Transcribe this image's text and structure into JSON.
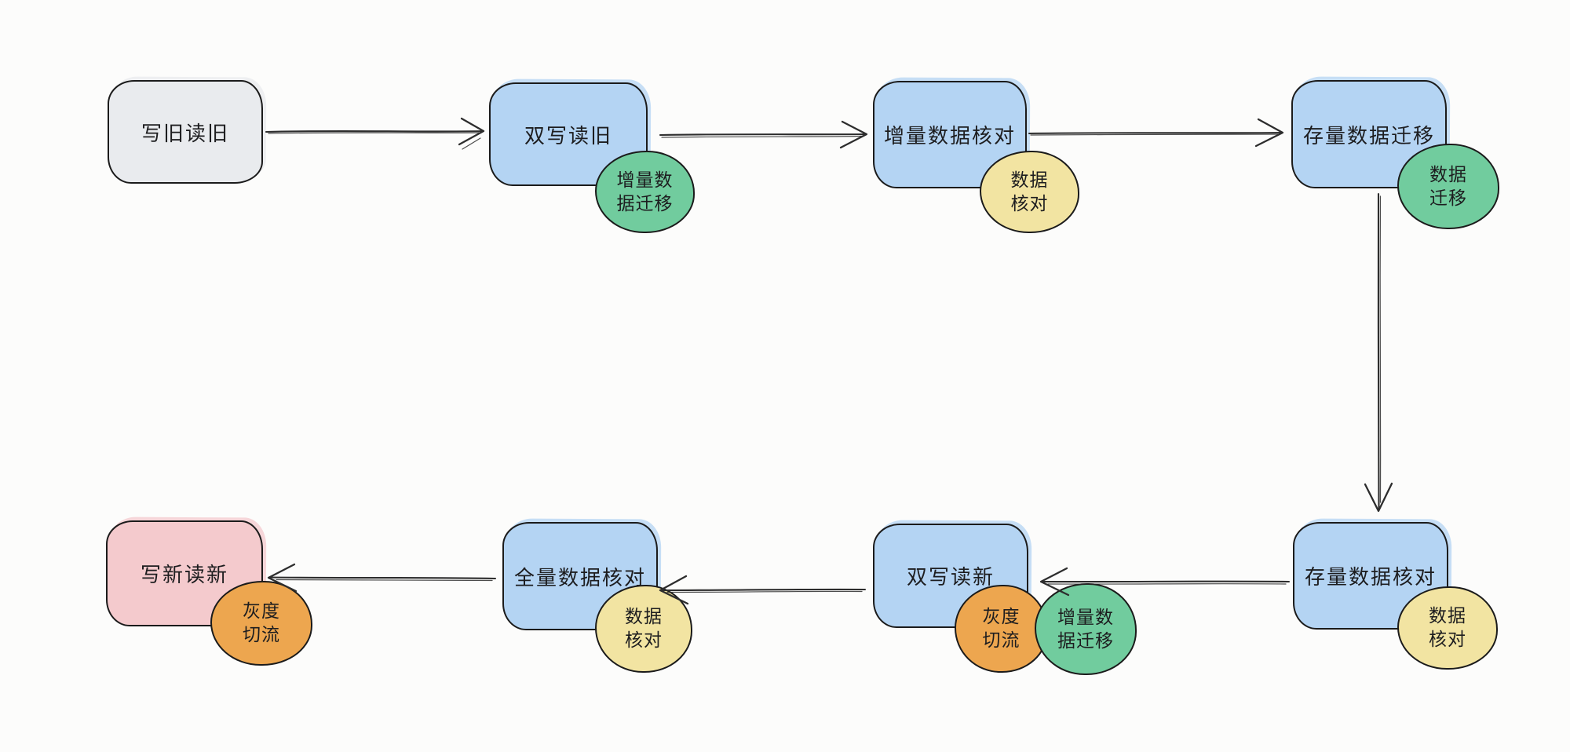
{
  "diagram": {
    "background_color": "#fcfcfb",
    "stroke_color": "#1b1b1b",
    "colors": {
      "node_blue": "#b4d4f3",
      "node_gray": "#e9ebee",
      "node_pink": "#f4cacd",
      "badge_green": "#71cc9e",
      "badge_yellow": "#f2e4a2",
      "badge_orange": "#eda64f"
    },
    "nodes": [
      {
        "id": "write-old-read-old",
        "label": "写旧读旧",
        "color": "gray",
        "badges": []
      },
      {
        "id": "dual-write-read-old",
        "label": "双写读旧",
        "color": "blue",
        "badges": [
          {
            "id": "incremental-data-migration",
            "label": "增量数据迁移",
            "line1": "增量数",
            "line2": "据迁移",
            "color": "green"
          }
        ]
      },
      {
        "id": "incremental-data-check",
        "label": "增量数据核对",
        "color": "blue",
        "badges": [
          {
            "id": "data-check",
            "label": "数据核对",
            "line1": "数据",
            "line2": "核对",
            "color": "yellow"
          }
        ]
      },
      {
        "id": "stock-data-migration",
        "label": "存量数据迁移",
        "color": "blue",
        "badges": [
          {
            "id": "data-migration",
            "label": "数据迁移",
            "line1": "数据",
            "line2": "迁移",
            "color": "green"
          }
        ]
      },
      {
        "id": "stock-data-check",
        "label": "存量数据核对",
        "color": "blue",
        "badges": [
          {
            "id": "data-check",
            "label": "数据核对",
            "line1": "数据",
            "line2": "核对",
            "color": "yellow"
          }
        ]
      },
      {
        "id": "dual-write-read-new",
        "label": "双写读新",
        "color": "blue",
        "badges": [
          {
            "id": "gray-release-cutover",
            "label": "灰度切流",
            "line1": "灰度",
            "line2": "切流",
            "color": "orange"
          },
          {
            "id": "incremental-data-migration",
            "label": "增量数据迁移",
            "line1": "增量数",
            "line2": "据迁移",
            "color": "green"
          }
        ]
      },
      {
        "id": "full-data-check",
        "label": "全量数据核对",
        "color": "blue",
        "badges": [
          {
            "id": "data-check",
            "label": "数据核对",
            "line1": "数据",
            "line2": "核对",
            "color": "yellow"
          }
        ]
      },
      {
        "id": "write-new-read-new",
        "label": "写新读新",
        "color": "pink",
        "badges": [
          {
            "id": "gray-release-cutover",
            "label": "灰度切流",
            "line1": "灰度",
            "line2": "切流",
            "color": "orange"
          }
        ]
      }
    ],
    "edges": [
      {
        "from": "write-old-read-old",
        "to": "dual-write-read-old",
        "direction": "right"
      },
      {
        "from": "dual-write-read-old",
        "to": "incremental-data-check",
        "direction": "right"
      },
      {
        "from": "incremental-data-check",
        "to": "stock-data-migration",
        "direction": "right"
      },
      {
        "from": "stock-data-migration",
        "to": "stock-data-check",
        "direction": "down"
      },
      {
        "from": "stock-data-check",
        "to": "dual-write-read-new",
        "direction": "left"
      },
      {
        "from": "dual-write-read-new",
        "to": "full-data-check",
        "direction": "left"
      },
      {
        "from": "full-data-check",
        "to": "write-new-read-new",
        "direction": "left"
      }
    ]
  }
}
